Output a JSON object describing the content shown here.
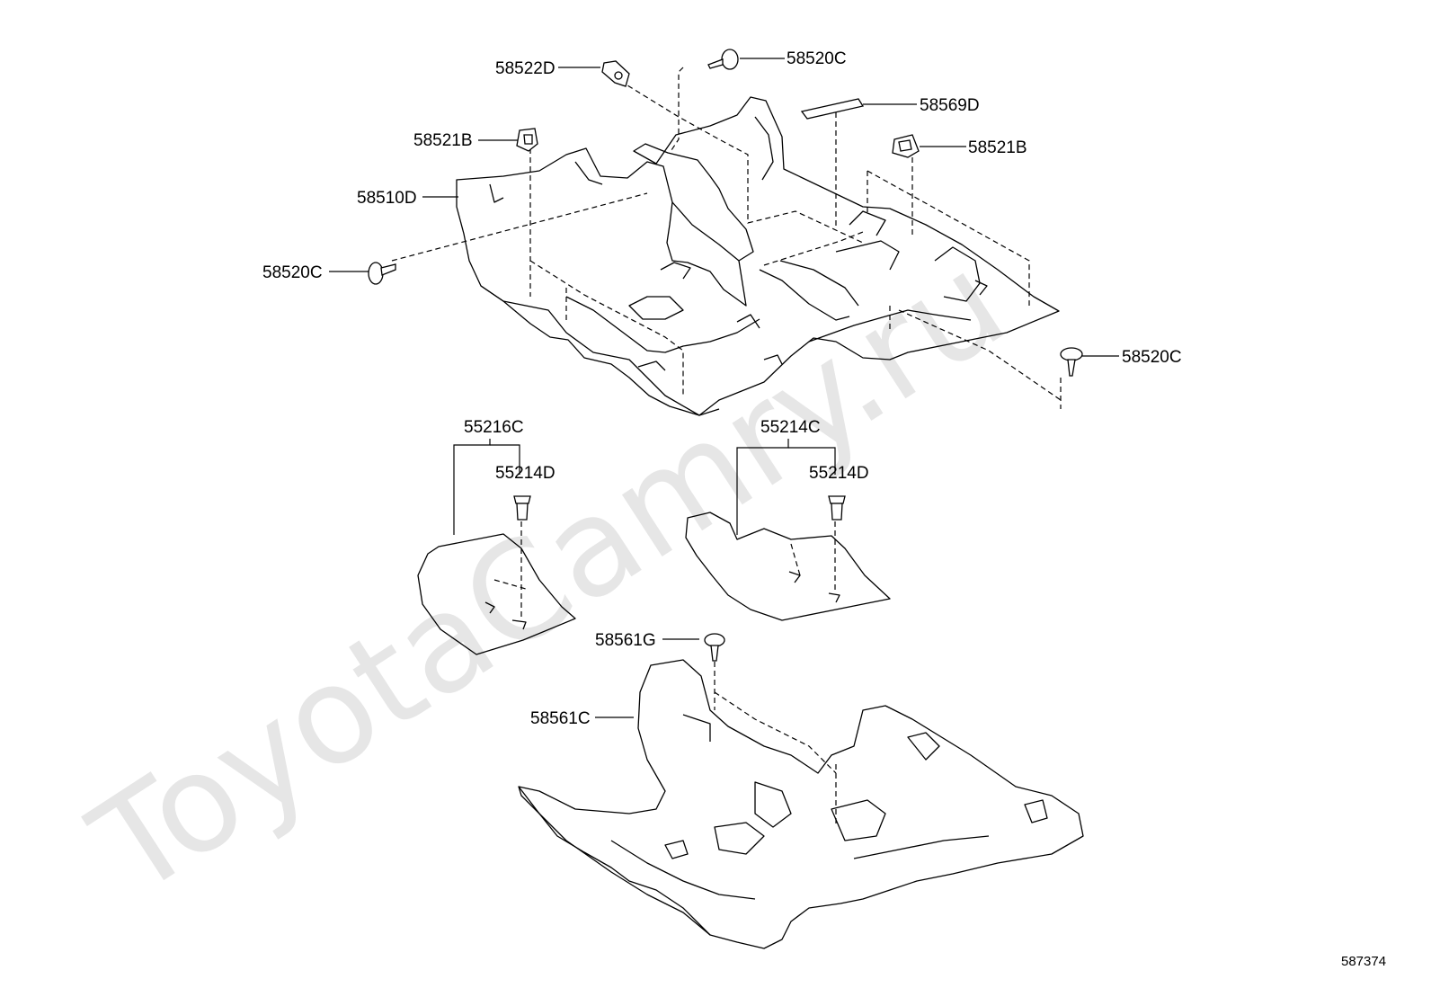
{
  "watermark": "ToyotaCamry.ru",
  "diagram_code": "587374",
  "labels": {
    "l_58522D": "58522D",
    "l_58520C_top": "58520C",
    "l_58569D": "58569D",
    "l_58521B_left": "58521B",
    "l_58521B_right": "58521B",
    "l_58510D": "58510D",
    "l_58520C_left": "58520C",
    "l_58520C_right": "58520C",
    "l_55216C": "55216C",
    "l_55214D_left": "55214D",
    "l_55214C": "55214C",
    "l_55214D_right": "55214D",
    "l_58561G": "58561G",
    "l_58561C": "58561C"
  }
}
